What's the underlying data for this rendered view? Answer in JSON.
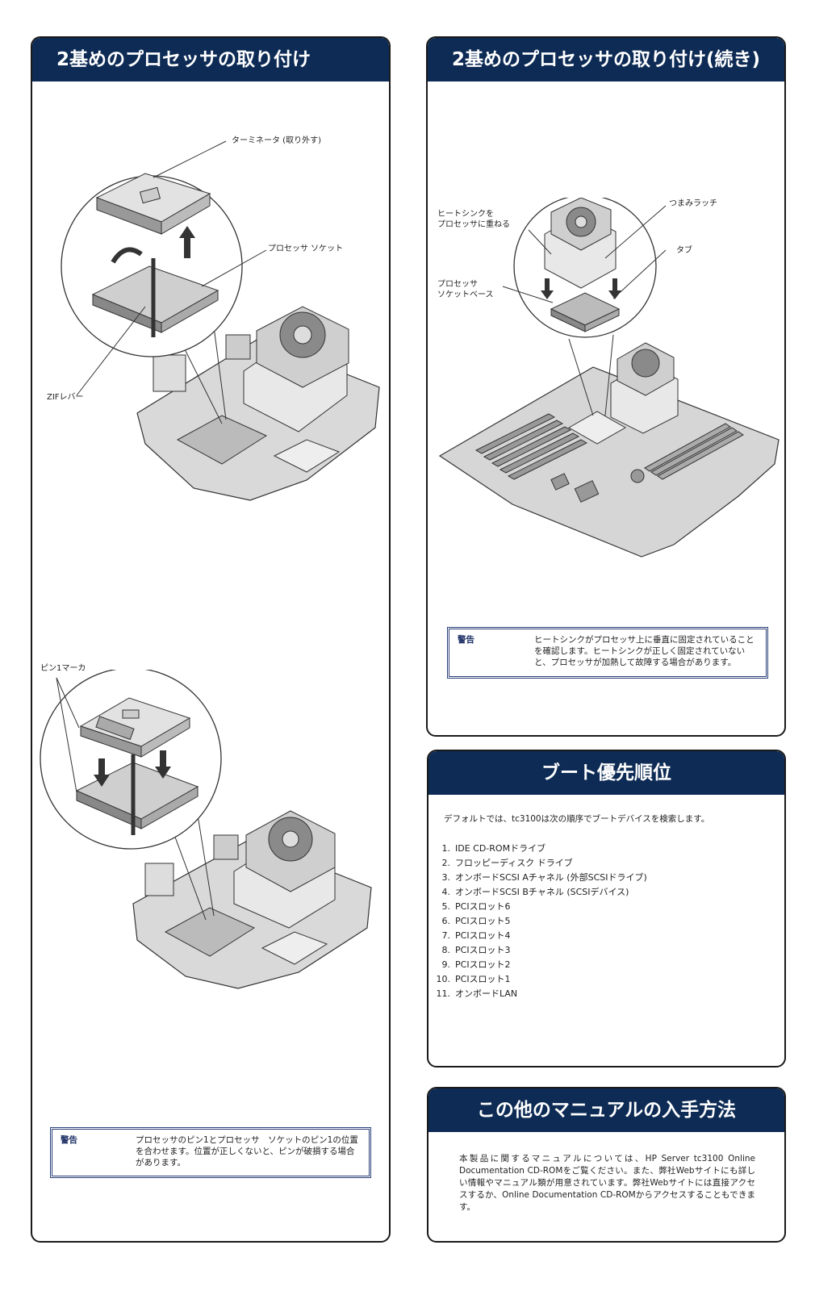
{
  "left_panel": {
    "title": "2基めのプロセッサの取り付け",
    "figure1": {
      "callout_terminator": "ターミネータ (取り外す)",
      "callout_socket": "プロセッサ ソケット",
      "callout_zif": "ZIFレバー"
    },
    "figure2": {
      "callout_pin1": "ピン1マーカ"
    },
    "warning": {
      "label": "警告",
      "text": "プロセッサのピン1とプロセッサ　ソケットのピン1の位置を合わせます。位置が正しくないと、ピンが破損する場合があります。"
    }
  },
  "right_top_panel": {
    "title": "2基めのプロセッサの取り付け(続き)",
    "figure": {
      "callout_heatsink": "ヒートシンクを\nプロセッサに重ねる",
      "callout_latch": "つまみラッチ",
      "callout_tab": "タブ",
      "callout_base": "プロセッサ\nソケットベース"
    },
    "warning": {
      "label": "警告",
      "text": "ヒートシンクがプロセッサ上に垂直に固定されていることを確認します。ヒートシンクが正しく固定されていないと、プロセッサが加熱して故障する場合があります。"
    }
  },
  "boot_panel": {
    "title": "ブート優先順位",
    "intro": "デフォルトでは、tc3100は次の順序でブートデバイスを検索します。",
    "items": [
      {
        "num": "1.",
        "text": "IDE CD-ROMドライブ"
      },
      {
        "num": "2.",
        "text": "フロッピーディスク ドライブ"
      },
      {
        "num": "3.",
        "text": "オンボードSCSI Aチャネル (外部SCSIドライブ)"
      },
      {
        "num": "4.",
        "text": "オンボードSCSI Bチャネル (SCSIデバイス)"
      },
      {
        "num": "5.",
        "text": "PCIスロット6"
      },
      {
        "num": "6.",
        "text": "PCIスロット5"
      },
      {
        "num": "7.",
        "text": "PCIスロット4"
      },
      {
        "num": "8.",
        "text": "PCIスロット3"
      },
      {
        "num": "9.",
        "text": "PCIスロット2"
      },
      {
        "num": "10.",
        "text": "PCIスロット1"
      },
      {
        "num": "11.",
        "text": "オンボードLAN"
      }
    ]
  },
  "manuals_panel": {
    "title": "この他のマニュアルの入手方法",
    "text": "本製品に関するマニュアルについては、HP Server tc3100 Online Documentation CD-ROMをご覧ください。また、弊社Webサイトにも詳しい情報やマニュアル類が用意されています。弊社Webサイトには直接アクセスするか、Online Documentation CD-ROMからアクセスすることもできます。"
  }
}
